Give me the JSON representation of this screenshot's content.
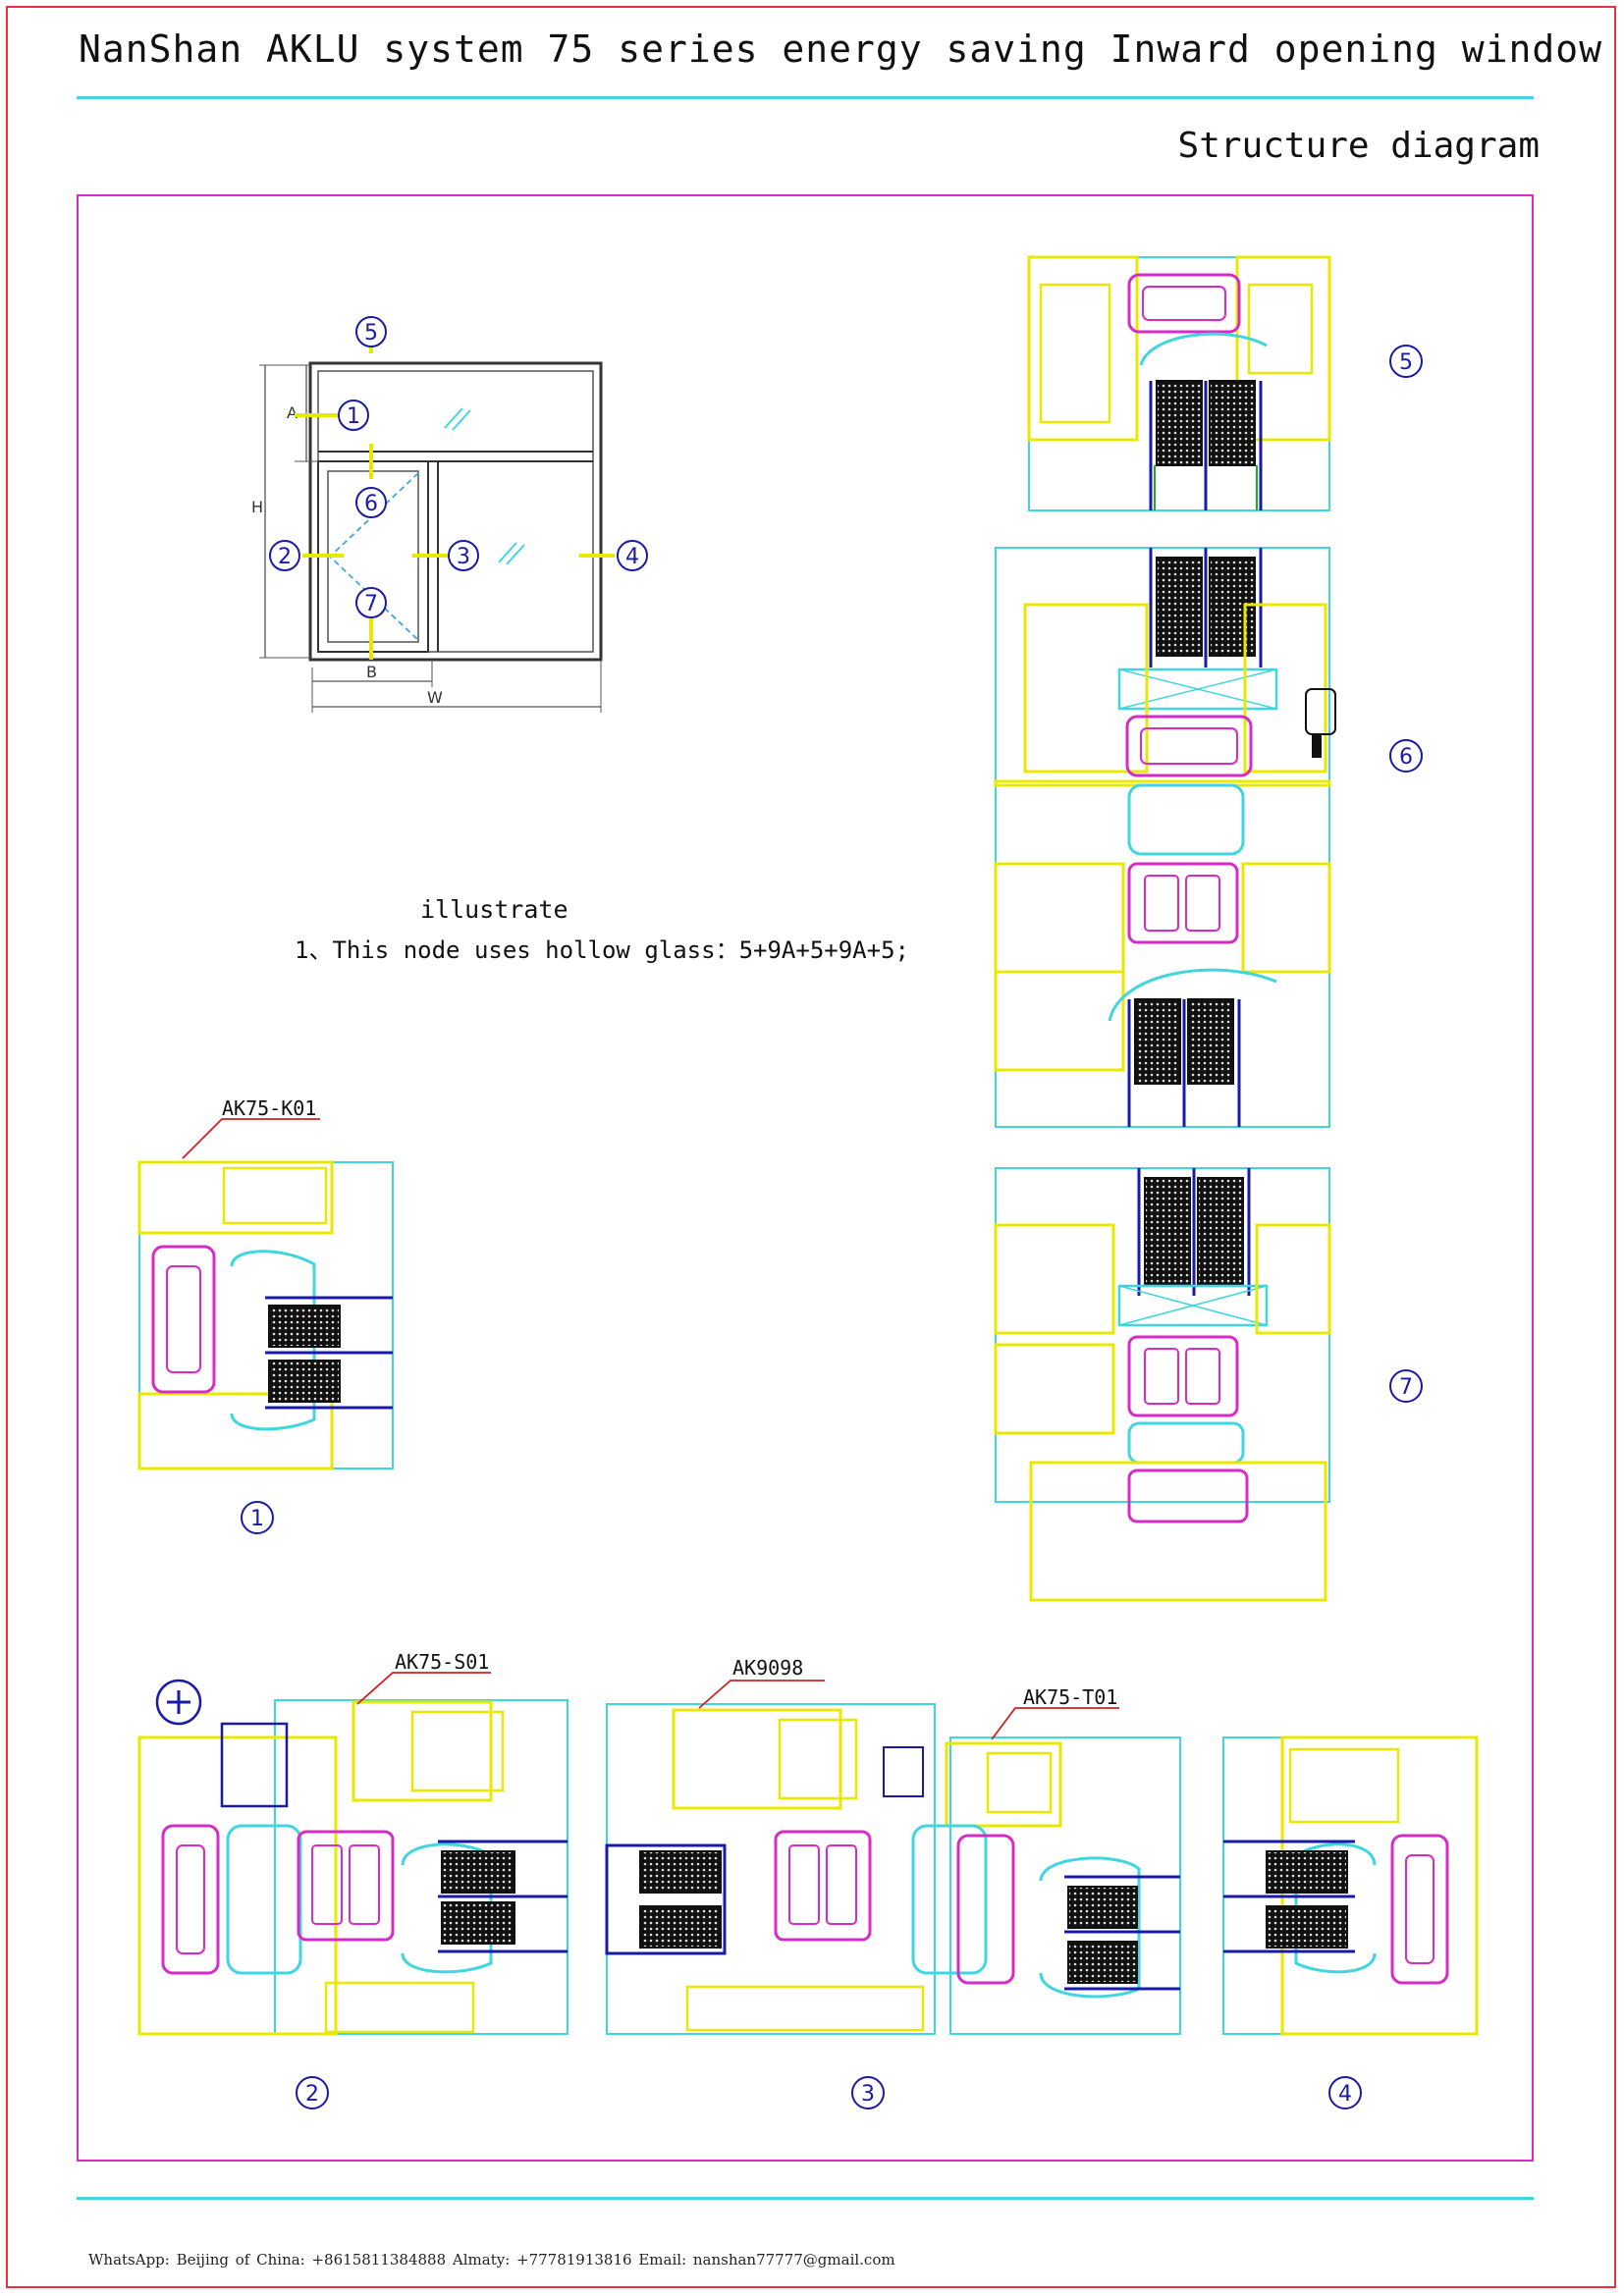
{
  "header": {
    "title": "NanShan AKLU system 75 series energy saving Inward opening window",
    "subtitle": "Structure diagram"
  },
  "notes": {
    "heading": "illustrate",
    "line1": "1、This node uses hollow glass：5+9A+5+9A+5;"
  },
  "elevation": {
    "dimensions": {
      "a": "A",
      "h": "H",
      "b": "B",
      "w": "W"
    },
    "callouts": [
      "1",
      "2",
      "3",
      "4",
      "5",
      "6",
      "7"
    ]
  },
  "sections": [
    {
      "number": "1",
      "part": "AK75-K01"
    },
    {
      "number": "2",
      "part": "AK75-S01"
    },
    {
      "number": "3",
      "part": "AK9098"
    },
    {
      "number": "3",
      "part": "AK75-T01"
    },
    {
      "number": "4"
    },
    {
      "number": "5"
    },
    {
      "number": "6"
    },
    {
      "number": "7"
    }
  ],
  "footer": {
    "text": "WhatsApp: Beijing of  China: +8615811384888  Almaty: +77781913816 Email:  nanshan77777@gmail.com"
  },
  "colors": {
    "frame_border": "#e8323c",
    "inner_frame": "#d62bc6",
    "rule": "#3fd6e0",
    "aluminum": "#f2f23a",
    "thermal_break": "#d62bc6",
    "gasket": "#3fd6e0",
    "callout_circle": "#1a1aa8",
    "leader": "#cc2222"
  }
}
